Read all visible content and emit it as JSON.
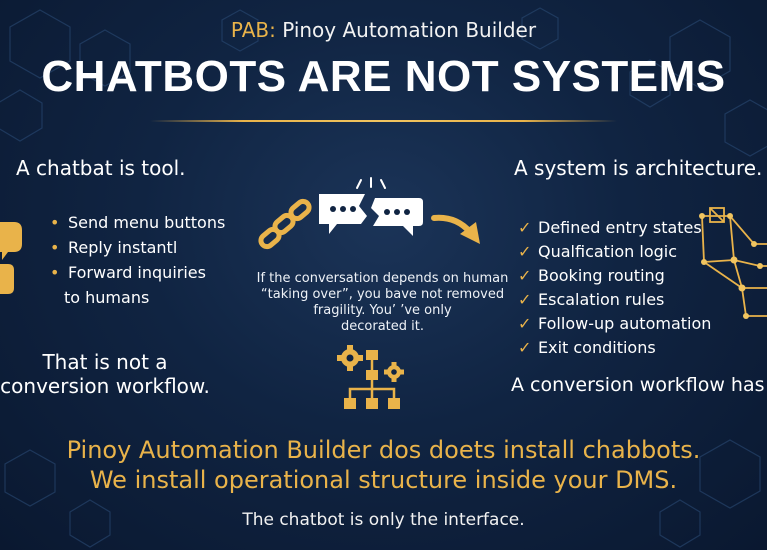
{
  "header": {
    "brand_prefix": "PAB:",
    "brand_name": "Pinoy Automation Builder",
    "title": "CHATBOTS ARE NOT SYSTEMS"
  },
  "left": {
    "heading": "A chatbat is tool.",
    "items": [
      "Send menu buttons",
      "Reply instantl",
      "Forward inquiries",
      "to humans"
    ],
    "footer_line1": "That is not a",
    "footer_line2": "conversion workflow."
  },
  "center": {
    "quote_line1": "If the conversation depends on human",
    "quote_line2": "“taking over”, you bave not removed",
    "quote_line3": "fragility.  You’ ’ve only",
    "quote_line4": "decorated it."
  },
  "right": {
    "heading": "A system is architecture.",
    "items": [
      "Defined entry states",
      "Qualfication logic",
      "Booking routing",
      "Escalation rules",
      "Follow-up automation",
      "Exit conditions"
    ],
    "footer": "A conversion workflow has the"
  },
  "cta": {
    "line1": "Pinoy Automation Builder dos doets install chabbots.",
    "line2": "We install operational structure inside your DMS.",
    "subline": "The chatbot is only the interface."
  },
  "colors": {
    "accent": "#e9b34a",
    "background": "#102442",
    "text": "#ffffff"
  },
  "icons": [
    "chat-bubble-icon",
    "broken-chain-icon",
    "broken-chat-bubbles-icon",
    "arrow-icon",
    "gears-flowchart-icon",
    "circuit-network-icon"
  ]
}
